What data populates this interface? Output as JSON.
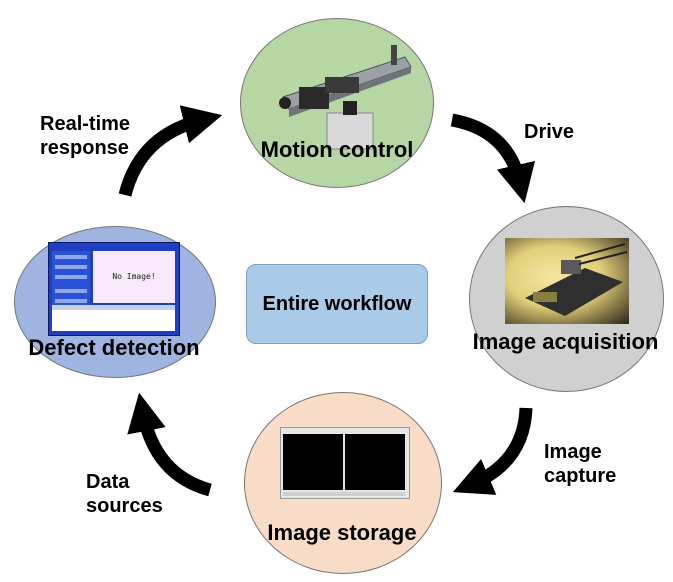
{
  "center": {
    "label": "Entire workflow"
  },
  "nodes": {
    "motion_control": {
      "label": "Motion control",
      "color": "#b6d7a3"
    },
    "image_acquisition": {
      "label": "Image acquisition",
      "color": "#d0d0d0"
    },
    "image_storage": {
      "label": "Image storage",
      "color": "#f8dcc8"
    },
    "defect_detection": {
      "label": "Defect detection",
      "color": "#9fb4e0",
      "screen_text": "No Image!"
    }
  },
  "edges": {
    "drive": "Drive",
    "image_capture": [
      "Image",
      "capture"
    ],
    "data_sources": [
      "Data",
      "sources"
    ],
    "real_time_response": [
      "Real-time",
      "response"
    ]
  },
  "colors": {
    "arrow": "#000000",
    "center_box": "#a9cbe8"
  }
}
